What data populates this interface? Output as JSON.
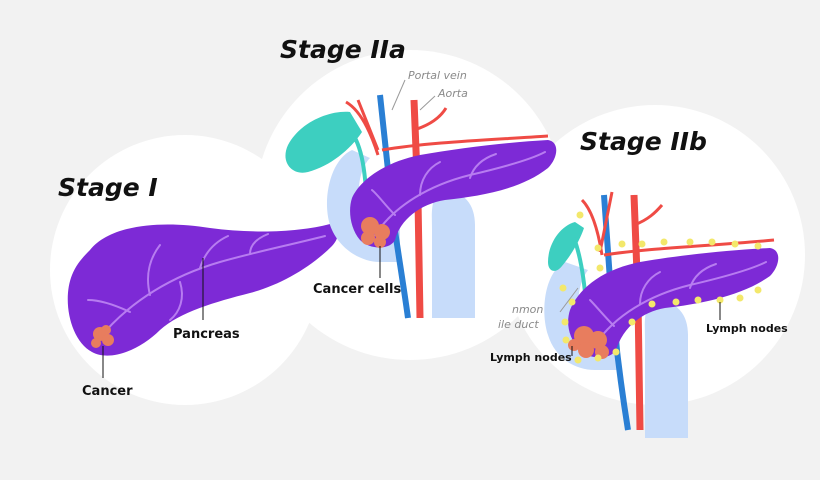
{
  "stages": [
    {
      "id": "stage-1",
      "title": "Stage I",
      "labels": {
        "pancreas": "Pancreas",
        "cancer": "Cancer"
      }
    },
    {
      "id": "stage-2a",
      "title": "Stage IIa",
      "labels": {
        "portal_vein": "Portal vein",
        "aorta": "Aorta",
        "cancer_cells": "Cancer cells"
      }
    },
    {
      "id": "stage-2b",
      "title": "Stage IIb",
      "labels": {
        "common_bile_duct_line1": "nmon",
        "common_bile_duct_line2": "ile duct",
        "lymph_nodes_left": "Lymph nodes",
        "lymph_nodes_right": "Lymph nodes"
      }
    }
  ],
  "colors": {
    "background": "#f2f2f2",
    "circle": "#ffffff",
    "pancreas": "#7d2ad6",
    "pancreas_vein": "#b77cf0",
    "tumor": "#e87d5e",
    "gallbladder": "#3dcfc0",
    "artery": "#ef4b45",
    "vein_blue": "#2a7fd4",
    "duodenum": "#c7dcfa",
    "lymph_node": "#f3e86b"
  }
}
